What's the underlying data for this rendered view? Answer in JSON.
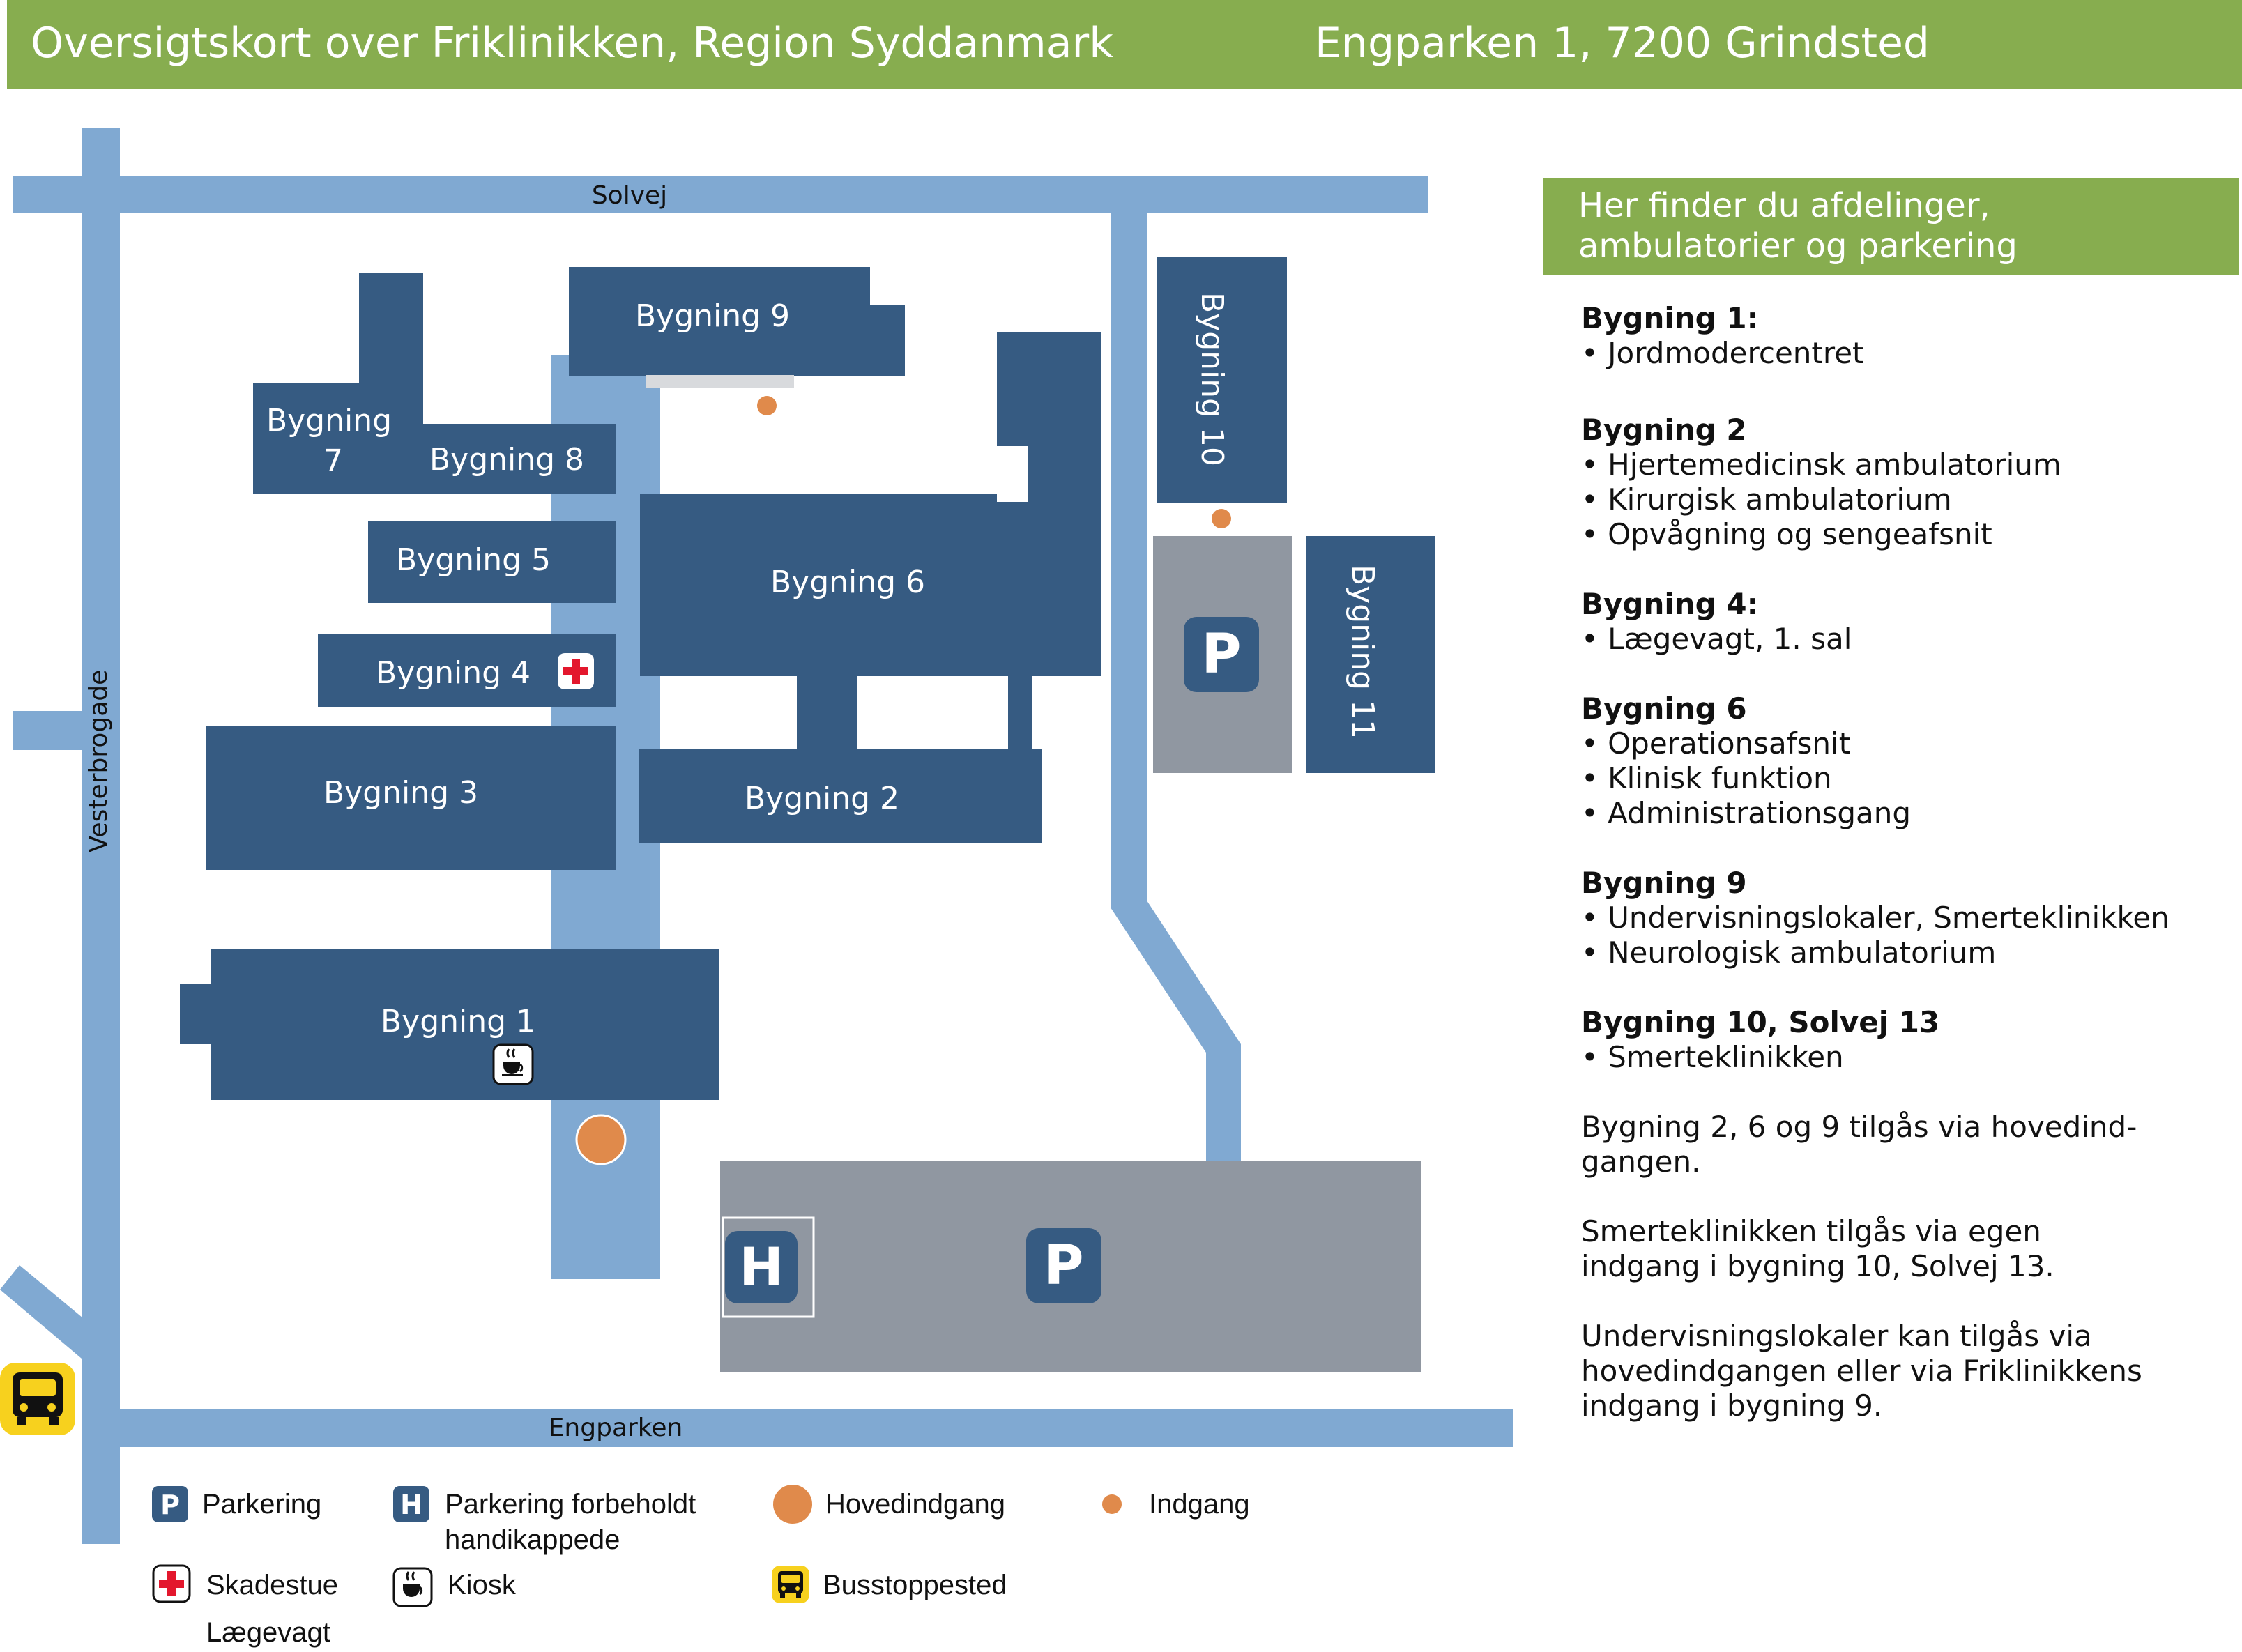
{
  "header": {
    "title": "Oversigtskort over Friklinikken, Region Syddanmark",
    "address": "Engparken 1, 7200 Grindsted"
  },
  "map": {
    "streets": {
      "solvej": "Solvej",
      "vesterbrogade": "Vesterbrogade",
      "engparken": "Engparken"
    },
    "buildings": {
      "b1": "Bygning 1",
      "b2": "Bygning 2",
      "b3": "Bygning 3",
      "b4": "Bygning 4",
      "b5": "Bygning 5",
      "b6": "Bygning 6",
      "b7_line1": "Bygning",
      "b7_line2": "7",
      "b8": "Bygning 8",
      "b9": "Bygning 9",
      "b10": "Bygning 10",
      "b11": "Bygning 11"
    },
    "parking_symbol": "P",
    "handicap_symbol": "H",
    "colors": {
      "building": "#365b82",
      "road": "#80a9d2",
      "parking": "#9097a1",
      "entrance": "#e08a4b",
      "header": "#87ad4f",
      "bus": "#f7d11e",
      "emergency": "#e3172d"
    }
  },
  "panel": {
    "heading_line1": "Her finder du afdelinger,",
    "heading_line2": "ambulatorier og parkering",
    "sections": [
      {
        "title": "Bygning 1:",
        "items": [
          "• Jordmodercentret"
        ]
      },
      {
        "title": "Bygning 2",
        "items": [
          "• Hjertemedicinsk ambulatorium",
          "• Kirurgisk ambulatorium",
          "• Opvågning og sengeafsnit"
        ]
      },
      {
        "title": "Bygning 4:",
        "items": [
          "• Lægevagt, 1. sal"
        ]
      },
      {
        "title": "Bygning 6",
        "items": [
          "• Operationsafsnit",
          "• Klinisk funktion",
          "• Administrationsgang"
        ]
      },
      {
        "title": "Bygning 9",
        "items": [
          "• Undervisningslokaler, Smerteklinikken",
          "• Neurologisk ambulatorium"
        ]
      },
      {
        "title": "Bygning 10, Solvej 13",
        "items": [
          "• Smerteklinikken"
        ]
      }
    ],
    "notes": [
      [
        "Bygning 2, 6 og 9 tilgås via hovedind-",
        "gangen."
      ],
      [
        "Smerteklinikken tilgås via egen",
        "indgang i bygning 10, Solvej 13."
      ],
      [
        "Undervisningslokaler kan tilgås via",
        "hovedindgangen eller via Friklinikkens",
        "indgang i bygning 9."
      ]
    ]
  },
  "legend": {
    "parking": "Parkering",
    "handicap_line1": "Parkering forbeholdt",
    "handicap_line2": "handikappede",
    "main_entrance": "Hovedindgang",
    "entrance": "Indgang",
    "emergency_line1": "Skadestue",
    "emergency_line2": "Lægevagt",
    "kiosk": "Kiosk",
    "bus": "Busstoppested"
  }
}
